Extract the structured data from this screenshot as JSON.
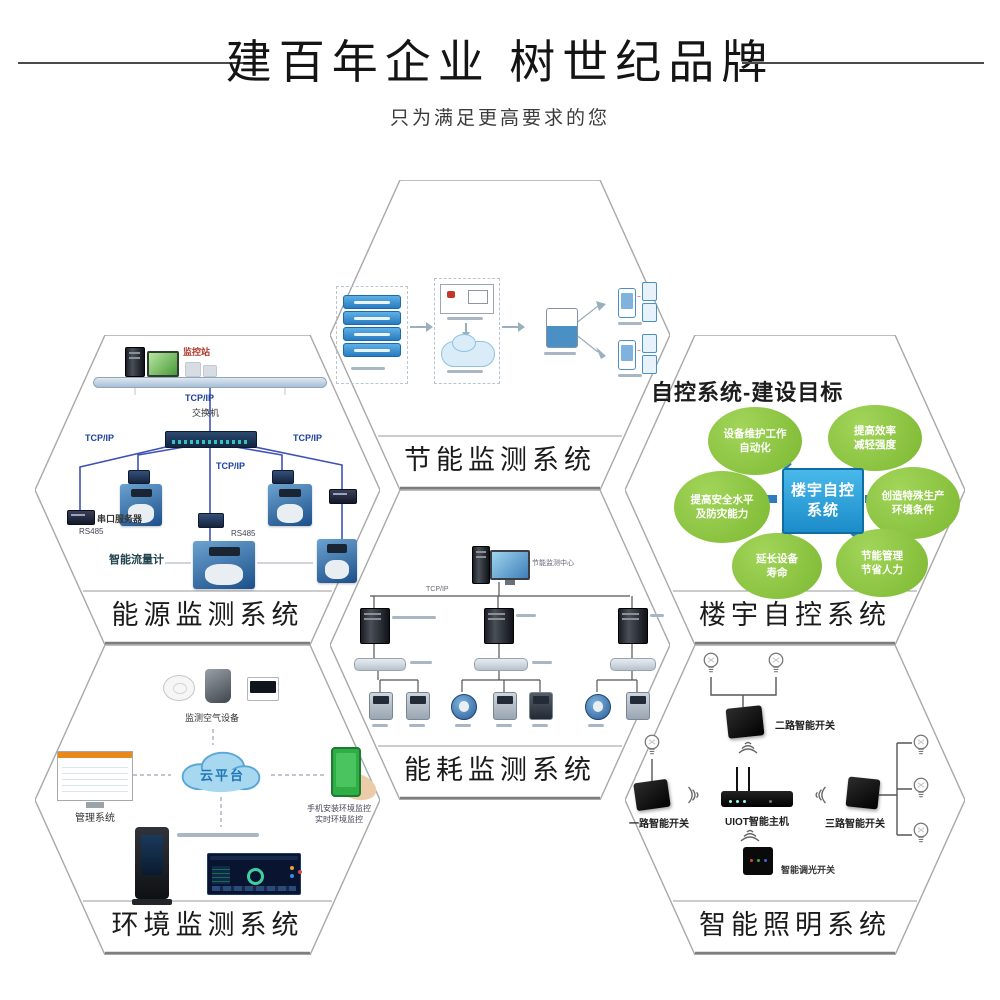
{
  "header": {
    "title": "建百年企业  树世纪品牌",
    "subtitle": "只为满足更高要求的您"
  },
  "hex1": {
    "label": "节能监测系统"
  },
  "hex2": {
    "label": "能源监测系统",
    "station": "监控站",
    "tcpip": "TCP/IP",
    "switch": "交换机",
    "serial": "串口服务器",
    "rs485": "RS485",
    "flowmeter": "智能流量计"
  },
  "hex3": {
    "label": "楼宇自控系统",
    "title": "自控系统-建设目标",
    "center_l1": "楼宇自控",
    "center_l2": "系统",
    "goals": [
      {
        "l1": "设备维护工作",
        "l2": "自动化"
      },
      {
        "l1": "提高效率",
        "l2": "减轻强度"
      },
      {
        "l1": "提高安全水平",
        "l2": "及防灾能力"
      },
      {
        "l1": "创造特殊生产",
        "l2": "环境条件"
      },
      {
        "l1": "延长设备",
        "l2": "寿命"
      },
      {
        "l1": "节能管理",
        "l2": "节省人力"
      }
    ]
  },
  "hex4": {
    "label": "能耗监测系统",
    "tcpip": "TCP/IP",
    "center": "节能监测中心"
  },
  "hex5": {
    "label": "环境监测系统",
    "air": "监测空气设备",
    "cloud": "云平台",
    "mgmt": "管理系统",
    "phone_l1": "手机安装环境监控",
    "phone_l2": "实时环境监控"
  },
  "hex6": {
    "label": "智能照明系统",
    "sw1": "一路智能开关",
    "sw2": "二路智能开关",
    "sw3": "三路智能开关",
    "host": "UIOT智能主机",
    "dimmer": "智能调光开关"
  }
}
